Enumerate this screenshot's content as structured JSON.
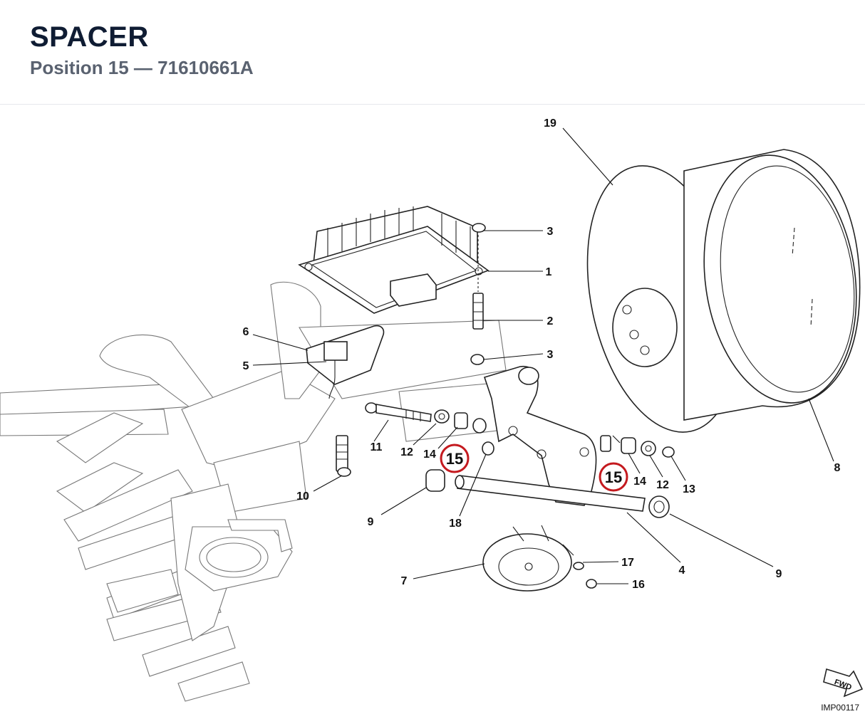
{
  "header": {
    "title": "SPACER",
    "subtitle": "Position 15 — 71610661A"
  },
  "diagram": {
    "highlight_color": "#c41a1f",
    "highlighted_position": "15",
    "callouts": {
      "c1": "1",
      "c2": "2",
      "c3a": "3",
      "c3b": "3",
      "c4": "4",
      "c5": "5",
      "c6": "6",
      "c7": "7",
      "c8": "8",
      "c9a": "9",
      "c9b": "9",
      "c10": "10",
      "c11": "11",
      "c12a": "12",
      "c12b": "12",
      "c13": "13",
      "c14a": "14",
      "c14b": "14",
      "c15a": "15",
      "c15b": "15",
      "c16": "16",
      "c17": "17",
      "c18": "18",
      "c19": "19"
    },
    "fwd_label": "FWD",
    "image_code": "IMP00117"
  }
}
